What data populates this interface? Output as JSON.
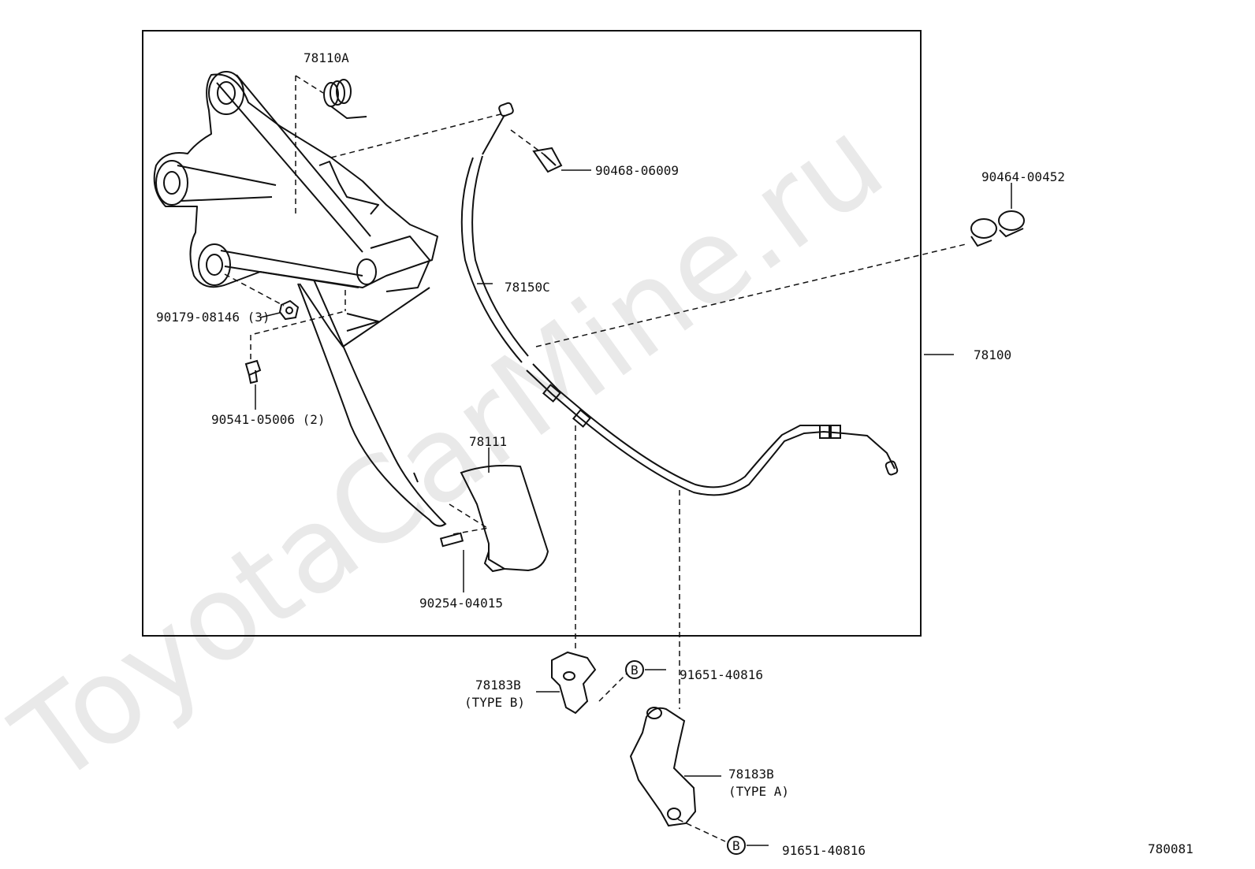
{
  "watermark": "ToyotaCarMine.ru",
  "figure_code": "780081",
  "parts": {
    "p78110A": "78110A",
    "p90468": "90468-06009",
    "p90464": "90464-00452",
    "p78150C": "78150C",
    "p78100": "78100",
    "p90179": "90179-08146 (3)",
    "p90541": "90541-05006 (2)",
    "p78111": "78111",
    "p90254": "90254-04015",
    "p78183B_b": "78183B",
    "type_b": "(TYPE B)",
    "p91651_top": "91651-40816",
    "p78183B_a": "78183B",
    "type_a": "(TYPE A)",
    "p91651_bottom": "91651-40816",
    "bolt_marker": "B"
  },
  "colors": {
    "line": "#111111",
    "watermark": "#e9e9e9",
    "background": "#ffffff"
  }
}
